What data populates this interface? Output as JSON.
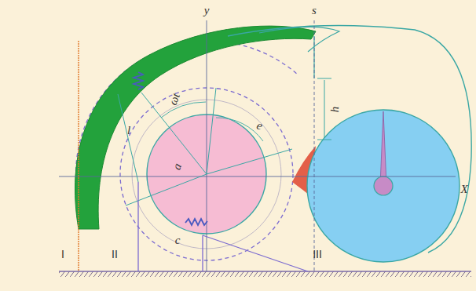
{
  "diagram": {
    "labels": [
      "y",
      "s",
      "h",
      "e",
      "ωt",
      "l",
      "a",
      "X",
      "c",
      "I",
      "II",
      "III"
    ]
  }
}
